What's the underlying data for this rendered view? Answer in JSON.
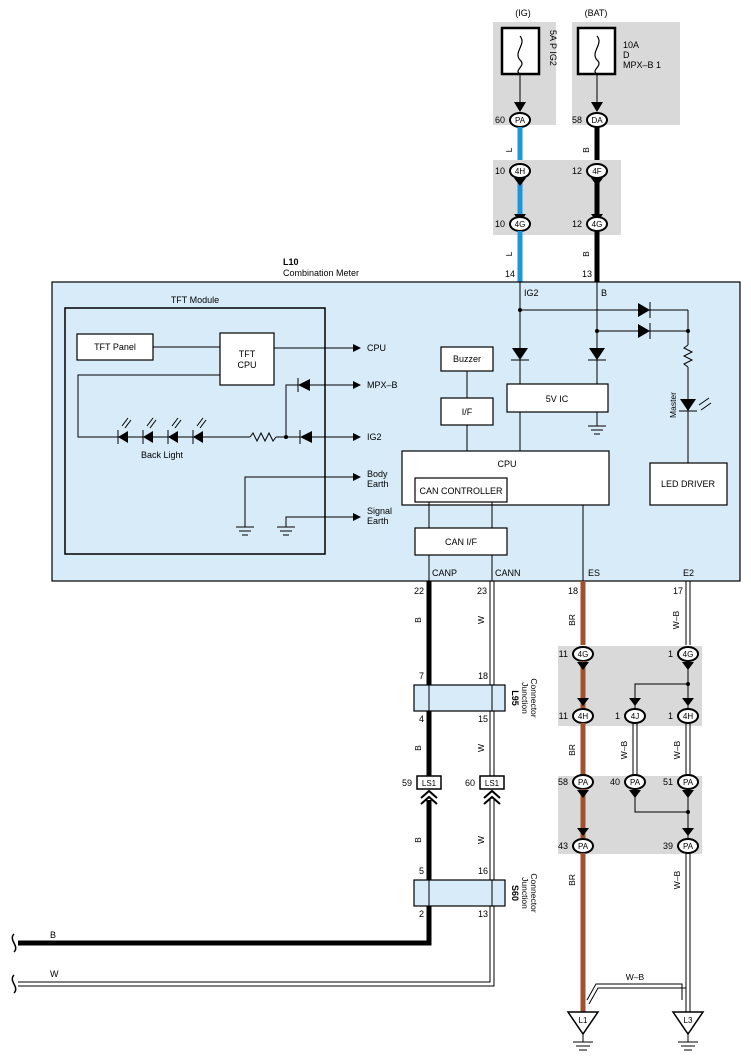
{
  "fuses": {
    "ig": {
      "header": "(IG)",
      "label": "5A P IG2",
      "conn": "PA",
      "pin": "60"
    },
    "bat": {
      "header": "(BAT)",
      "label_l1": "10A",
      "label_l2": "D",
      "label_l3": "MPX–B 1",
      "conn": "DA",
      "pin": "58"
    }
  },
  "upper_junction": {
    "left": {
      "top_pin": "10",
      "top_conn": "4H",
      "bot_pin": "10",
      "bot_conn": "4G",
      "wire_color": "L"
    },
    "right": {
      "top_pin": "12",
      "top_conn": "4F",
      "bot_pin": "12",
      "bot_conn": "4G",
      "wire_color": "B"
    }
  },
  "meter": {
    "id": "L10",
    "name": "Combination Meter",
    "pin_ig2": "14",
    "pin_b": "13",
    "lbl_ig2": "IG2",
    "lbl_b": "B",
    "tft_module": "TFT Module",
    "tft_panel": "TFT Panel",
    "tft_cpu_l1": "TFT",
    "tft_cpu_l2": "CPU",
    "back_light": "Back Light",
    "out_cpu": "CPU",
    "out_mpxb": "MPX–B",
    "out_ig2": "IG2",
    "out_body_l1": "Body",
    "out_body_l2": "Earth",
    "out_signal_l1": "Signal",
    "out_signal_l2": "Earth",
    "buzzer": "Buzzer",
    "if": "I/F",
    "ic5v": "5V IC",
    "cpu": "CPU",
    "can_controller": "CAN CONTROLLER",
    "can_if": "CAN I/F",
    "master": "Master",
    "led_driver": "LED DRIVER",
    "term_canp": "CANP",
    "term_cann": "CANN",
    "term_es": "ES",
    "term_e2": "E2",
    "pin_canp": "22",
    "pin_cann": "23",
    "pin_es": "18",
    "pin_e2": "17"
  },
  "wires": {
    "canp_color": "B",
    "cann_color": "W",
    "es_color": "BR",
    "e2_color": "W–B"
  },
  "lower_junction": {
    "top_left_pin": "11",
    "top_left_conn": "4G",
    "top_right_pin": "1",
    "top_right_conn": "4G",
    "mid_left_pin": "11",
    "mid_left_conn": "4H",
    "mid_4j_pin": "1",
    "mid_4j_conn": "4J",
    "mid_right_pin": "1",
    "mid_right_conn": "4H",
    "pa_a_pin": "58",
    "pa_b_pin": "40",
    "pa_c_pin": "51",
    "pa_conn": "PA",
    "pa_d_pin": "43",
    "pa_e_pin": "39"
  },
  "l95": {
    "id": "L95",
    "name_l1": "Junction",
    "name_l2": "Connector",
    "pin_tl": "7",
    "pin_tr": "18",
    "pin_bl": "4",
    "pin_br": "15"
  },
  "ls1": {
    "conn": "LS1",
    "pin_left": "59",
    "pin_right": "60"
  },
  "s60": {
    "id": "S60",
    "name_l1": "Junction",
    "name_l2": "Connector",
    "pin_tl": "5",
    "pin_tr": "16",
    "pin_bl": "2",
    "pin_br": "13"
  },
  "outputs": {
    "b_label": "B",
    "w_label": "W",
    "wb_label": "W–B"
  },
  "grounds": {
    "l1": "L1",
    "l3": "L3"
  },
  "colors": {
    "blue_wire": "#1e96dc",
    "brown_wire": "#a0522d",
    "module_fill": "#d7ebf8",
    "junction_gray": "#d9d9d9"
  }
}
